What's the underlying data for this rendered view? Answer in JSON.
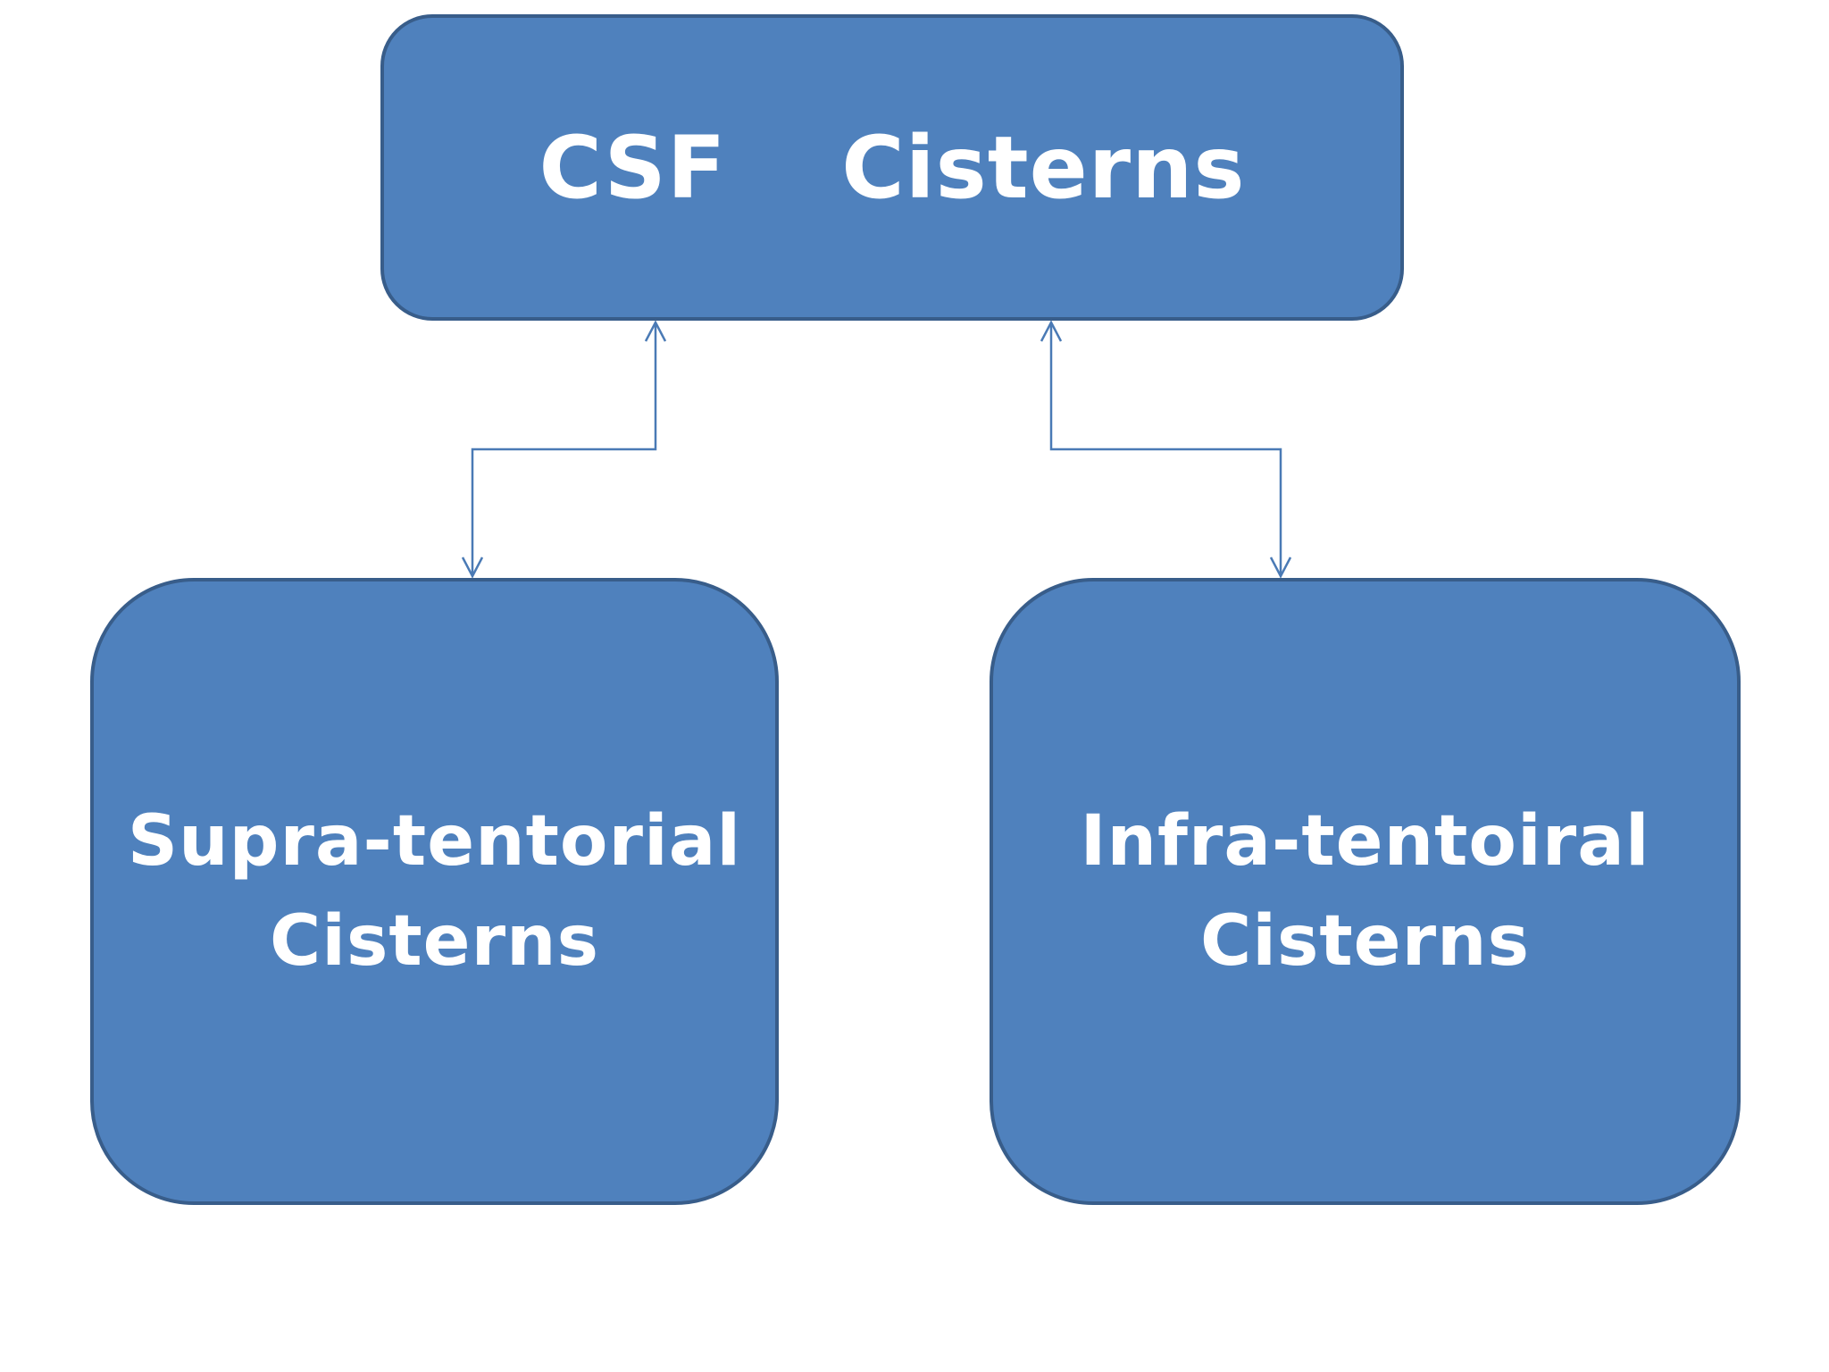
{
  "diagram": {
    "root": {
      "label": "CSF  Cisterns"
    },
    "children": [
      {
        "line1": "Supra-tentorial",
        "line2": "Cisterns"
      },
      {
        "line1": "Infra-tentoiral",
        "line2": "Cisterns"
      }
    ],
    "colors": {
      "box_fill": "#4f81bd",
      "box_border": "#385d8a",
      "connector": "#4a7ab5",
      "text": "#ffffff",
      "background": "#ffffff"
    }
  }
}
